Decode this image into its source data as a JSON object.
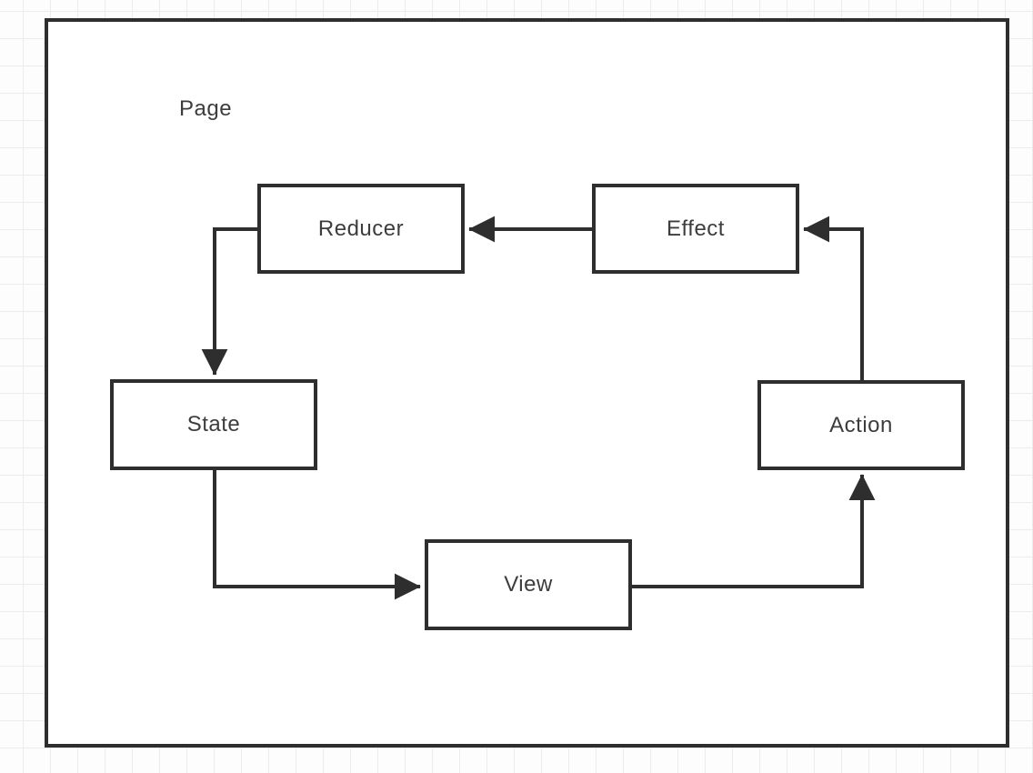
{
  "diagram": {
    "container": {
      "label": "Page"
    },
    "nodes": [
      {
        "id": "reducer",
        "label": "Reducer"
      },
      {
        "id": "effect",
        "label": "Effect"
      },
      {
        "id": "state",
        "label": "State"
      },
      {
        "id": "action",
        "label": "Action"
      },
      {
        "id": "view",
        "label": "View"
      }
    ],
    "edges": [
      {
        "from": "effect",
        "to": "reducer",
        "direction": "left"
      },
      {
        "from": "reducer",
        "to": "state",
        "direction": "down"
      },
      {
        "from": "state",
        "to": "view",
        "direction": "right"
      },
      {
        "from": "view",
        "to": "action",
        "direction": "up"
      },
      {
        "from": "action",
        "to": "effect",
        "direction": "left"
      }
    ],
    "colors": {
      "stroke": "#2e2e2e",
      "text": "#3d3d3d",
      "grid": "#ececec",
      "canvas": "#ffffff"
    }
  }
}
